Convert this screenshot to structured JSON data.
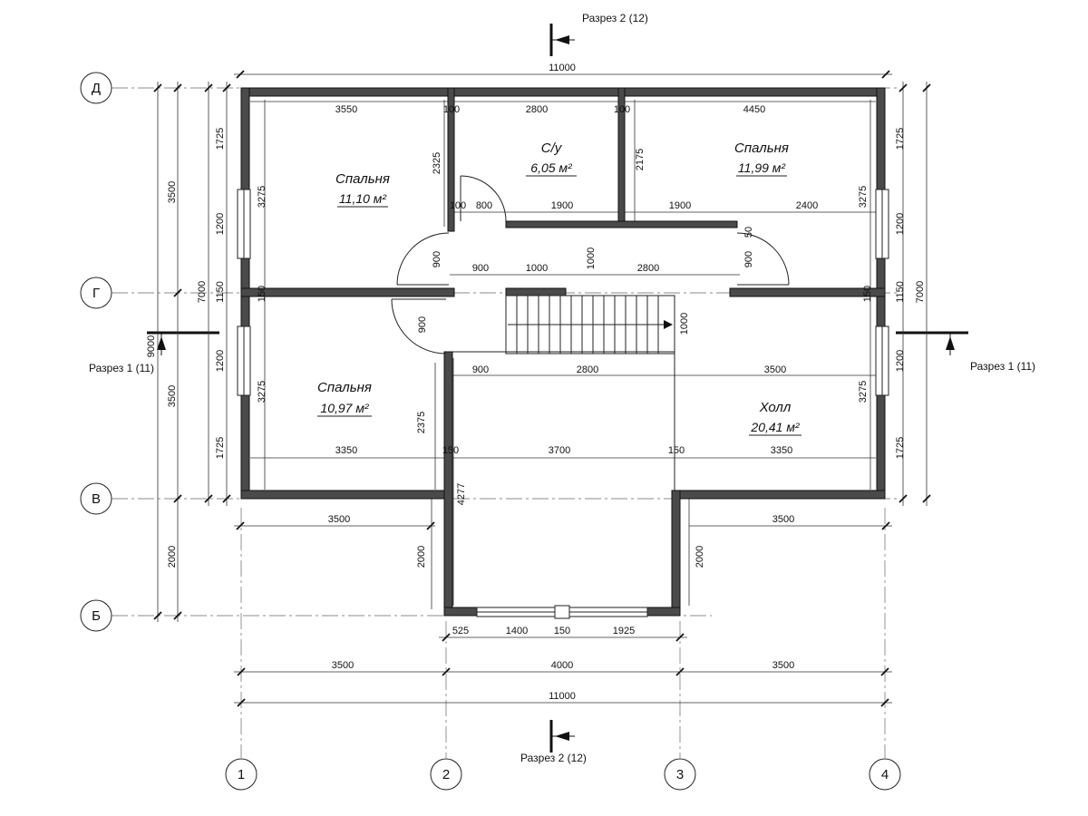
{
  "axes": {
    "columns": [
      "1",
      "2",
      "3",
      "4"
    ],
    "rows": [
      "Д",
      "Г",
      "В",
      "Б"
    ]
  },
  "sections": {
    "top": "Разрез 2 (12)",
    "bottom": "Разрез 2 (12)",
    "left": "Разрез 1 (11)",
    "right": "Разрез 1 (11)"
  },
  "rooms": [
    {
      "name": "Спальня",
      "area": "11,10 м²"
    },
    {
      "name": "С/у",
      "area": "6,05 м²"
    },
    {
      "name": "Спальня",
      "area": "11,99 м²"
    },
    {
      "name": "Спальня",
      "area": "10,97 м²"
    },
    {
      "name": "Холл",
      "area": "20,41 м²"
    }
  ],
  "dims": {
    "top_total": "11000",
    "top_r1": [
      "3550",
      "100",
      "2800",
      "100",
      "4450"
    ],
    "inner_r2": [
      "100",
      "800",
      "1900",
      "1900",
      "2400"
    ],
    "v_cu_left": "2325",
    "v_cu_right": "2175",
    "hall_row": [
      "900",
      "1000",
      "1000",
      "2800"
    ],
    "door_900": "900",
    "door_50": "50",
    "stair_1000": "1000",
    "wall_150": "150",
    "mid_row": [
      "900",
      "2800",
      "3500"
    ],
    "low_row": [
      "3350",
      "150",
      "3700",
      "150",
      "3350"
    ],
    "v_2375": "2375",
    "v_4277": "4277",
    "v_2000": "2000",
    "v_3275": "3275",
    "v_1200": "1200",
    "v_1725": "1725",
    "v_1150": "1150",
    "v_3500": "3500",
    "v_7000": "7000",
    "v_9000": "9000",
    "side_3500": "3500",
    "bay_row": [
      "525",
      "1400",
      "150",
      "1925"
    ],
    "axis_row": [
      "3500",
      "4000",
      "3500"
    ],
    "bottom_total": "11000"
  }
}
